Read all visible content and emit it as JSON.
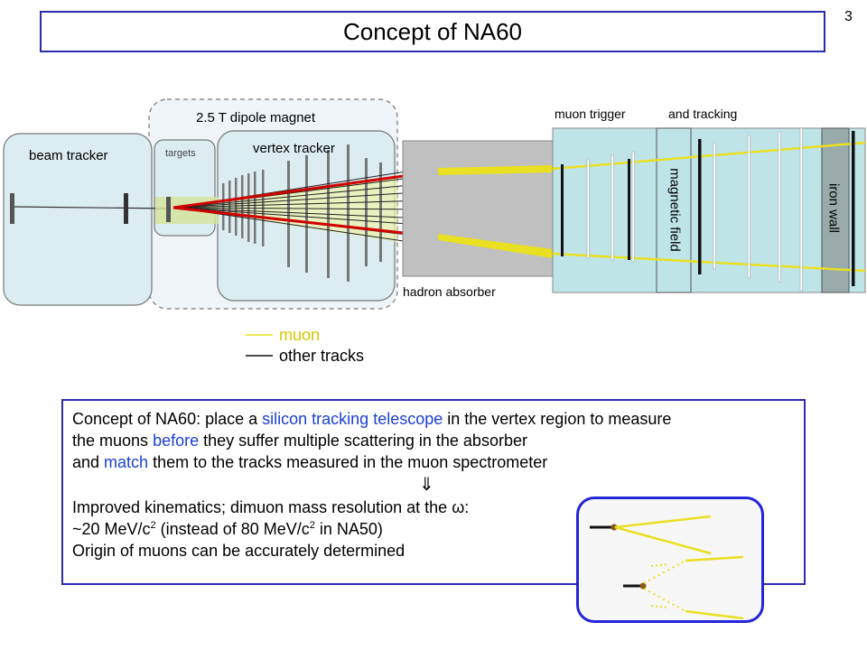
{
  "page": {
    "title": "Concept of NA60",
    "number": "3"
  },
  "diagram": {
    "beam_tracker": "beam tracker",
    "dipole_magnet": "2.5 T dipole magnet",
    "targets": "targets",
    "vertex_tracker": "vertex tracker",
    "hadron_absorber": "hadron absorber",
    "muon_trigger": "muon trigger",
    "and_tracking": "and tracking",
    "magnetic_field": "magnetic field",
    "iron_wall": "iron wall",
    "legend": {
      "muon": "muon",
      "other": "other tracks"
    },
    "colors": {
      "muon": "#e8e020",
      "tracks": "#000000",
      "red": "#d00000",
      "frame": "#2b2bb0",
      "spectro": "#bfe4e8",
      "absorber": "#c0c0c0"
    }
  },
  "concept": {
    "l1_a": "Concept of NA60: place a ",
    "l1_b": "silicon tracking telescope",
    "l1_c": " in the vertex region to measure",
    "l2_a": "the muons ",
    "l2_b": "before",
    "l2_c": " they suffer multiple scattering in the absorber",
    "l3_a": "and ",
    "l3_b": "match",
    "l3_c": " them to the tracks measured in the muon spectrometer",
    "arrow": "⇓",
    "l4": "Improved kinematics; dimuon mass resolution at the ω:",
    "l5_a": "~20 MeV/c",
    "l5_sup1": "2",
    "l5_b": " (instead of 80 MeV/c",
    "l5_sup2": "2",
    "l5_c": " in NA50)",
    "l6": "Origin of muons can be accurately determined"
  }
}
